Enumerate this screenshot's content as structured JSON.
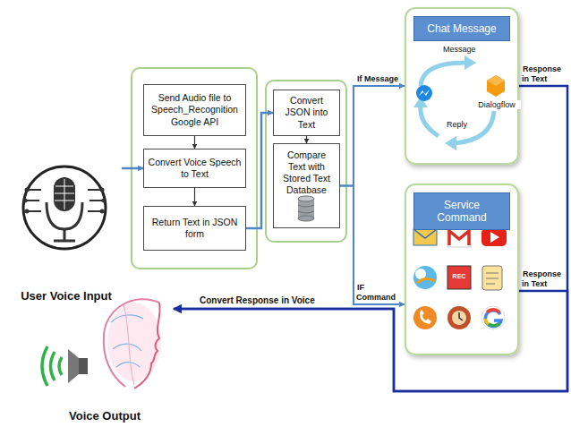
{
  "diagram": {
    "nodes": [
      {
        "text": [
          "User Voice Input"
        ]
      },
      {
        "text": [
          "Send Audio file to Speech_Recognition Google API"
        ]
      },
      {
        "text": [
          "Convert Voice Speech to Text"
        ]
      },
      {
        "text": [
          "Return Text in JSON form"
        ]
      },
      {
        "text": [
          "Convert JSON into Text"
        ]
      },
      {
        "text": [
          "Compare Text with Stored Text Database"
        ]
      },
      {
        "text": [
          "Chat Message"
        ]
      },
      {
        "text": [
          "Service Command"
        ]
      },
      {
        "text": [
          "Voice Output"
        ]
      }
    ],
    "edges": [
      {
        "from": 0,
        "to": 2,
        "arrow": "to"
      },
      {
        "from": 1,
        "to": 2,
        "arrow": "to"
      },
      {
        "from": 2,
        "to": 3,
        "arrow": "to"
      },
      {
        "from": 3,
        "to": 4,
        "arrow": "to"
      },
      {
        "from": 4,
        "to": 5,
        "arrow": "to"
      },
      {
        "from": 5,
        "to": 6,
        "label": "If Message",
        "arrow": "to"
      },
      {
        "from": 5,
        "to": 7,
        "label": "IF Command",
        "arrow": "to"
      },
      {
        "from": 6,
        "to": 8,
        "label": "Response in Text",
        "arrow": "to"
      },
      {
        "from": 7,
        "to": 8,
        "label": "Response in Text",
        "arrow": "to"
      }
    ],
    "labels": [
      "Message",
      "Reply",
      "Dialogflow",
      "REC",
      "Convert Response in Voice"
    ]
  }
}
